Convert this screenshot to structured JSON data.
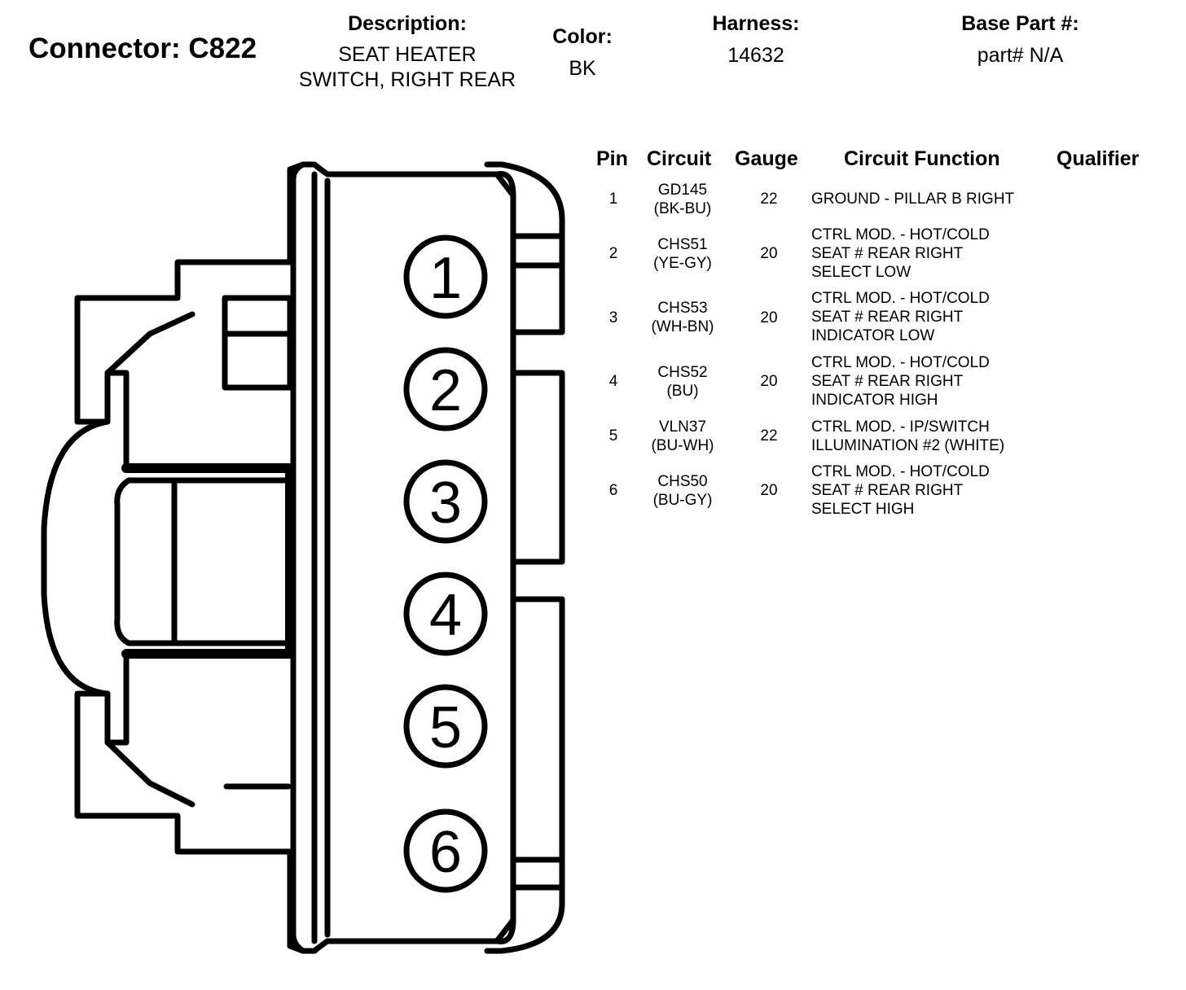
{
  "connector": {
    "label": "Connector:",
    "id": "C822"
  },
  "header": {
    "description": {
      "label": "Description:",
      "lines": [
        "SEAT HEATER",
        "SWITCH, RIGHT REAR"
      ]
    },
    "color": {
      "label": "Color:",
      "value": "BK"
    },
    "harness": {
      "label": "Harness:",
      "value": "14632"
    },
    "base_part": {
      "label": "Base Part #:",
      "value": "part# N/A"
    }
  },
  "table": {
    "headers": {
      "pin": "Pin",
      "circuit": "Circuit",
      "gauge": "Gauge",
      "function": "Circuit Function",
      "qualifier": "Qualifier"
    },
    "rows": [
      {
        "pin": "1",
        "circuit": "GD145",
        "color": "(BK-BU)",
        "gauge": "22",
        "function": [
          "GROUND - PILLAR B RIGHT"
        ],
        "qualifier": ""
      },
      {
        "pin": "2",
        "circuit": "CHS51",
        "color": "(YE-GY)",
        "gauge": "20",
        "function": [
          "CTRL MOD. - HOT/COLD",
          "SEAT # REAR RIGHT",
          "SELECT LOW"
        ],
        "qualifier": ""
      },
      {
        "pin": "3",
        "circuit": "CHS53",
        "color": "(WH-BN)",
        "gauge": "20",
        "function": [
          "CTRL MOD. - HOT/COLD",
          "SEAT # REAR RIGHT",
          "INDICATOR LOW"
        ],
        "qualifier": ""
      },
      {
        "pin": "4",
        "circuit": "CHS52",
        "color": "(BU)",
        "gauge": "20",
        "function": [
          "CTRL MOD. - HOT/COLD",
          "SEAT # REAR RIGHT",
          "INDICATOR HIGH"
        ],
        "qualifier": ""
      },
      {
        "pin": "5",
        "circuit": "VLN37",
        "color": "(BU-WH)",
        "gauge": "22",
        "function": [
          "CTRL MOD. - IP/SWITCH",
          "ILLUMINATION #2 (WHITE)"
        ],
        "qualifier": ""
      },
      {
        "pin": "6",
        "circuit": "CHS50",
        "color": "(BU-GY)",
        "gauge": "20",
        "function": [
          "CTRL MOD. - HOT/COLD",
          "SEAT # REAR RIGHT",
          "SELECT HIGH"
        ],
        "qualifier": ""
      }
    ]
  },
  "diagram": {
    "pins": [
      "1",
      "2",
      "3",
      "4",
      "5",
      "6"
    ]
  }
}
